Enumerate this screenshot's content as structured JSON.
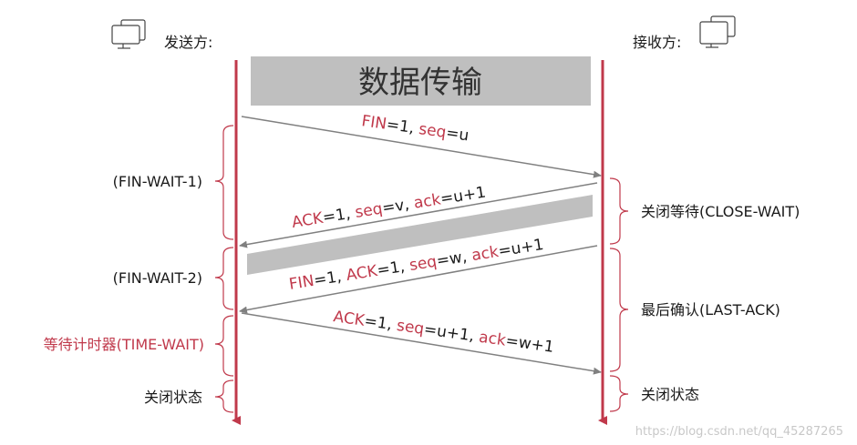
{
  "sender": {
    "label": "发送方:",
    "icon": "computer-icon"
  },
  "receiver": {
    "label": "接收方:",
    "icon": "computer-icon"
  },
  "data_transfer": {
    "label": "数据传输"
  },
  "messages": [
    {
      "parts": [
        {
          "text": "FIN",
          "color": "#c0394b"
        },
        {
          "text": "=1, ",
          "color": "#1a1a1a"
        },
        {
          "text": "seq",
          "color": "#c0394b"
        },
        {
          "text": "=u",
          "color": "#1a1a1a"
        }
      ]
    },
    {
      "parts": [
        {
          "text": "ACK",
          "color": "#c0394b"
        },
        {
          "text": "=1, ",
          "color": "#1a1a1a"
        },
        {
          "text": "seq",
          "color": "#c0394b"
        },
        {
          "text": "=v, ",
          "color": "#1a1a1a"
        },
        {
          "text": "ack",
          "color": "#c0394b"
        },
        {
          "text": "=u+1",
          "color": "#1a1a1a"
        }
      ]
    },
    {
      "parts": [
        {
          "text": "FIN",
          "color": "#c0394b"
        },
        {
          "text": "=1, ",
          "color": "#1a1a1a"
        },
        {
          "text": "ACK",
          "color": "#c0394b"
        },
        {
          "text": "=1, ",
          "color": "#1a1a1a"
        },
        {
          "text": "seq",
          "color": "#c0394b"
        },
        {
          "text": "=w, ",
          "color": "#1a1a1a"
        },
        {
          "text": "ack",
          "color": "#c0394b"
        },
        {
          "text": "=u+1",
          "color": "#1a1a1a"
        }
      ]
    },
    {
      "parts": [
        {
          "text": "ACK",
          "color": "#c0394b"
        },
        {
          "text": "=1, ",
          "color": "#1a1a1a"
        },
        {
          "text": "seq",
          "color": "#c0394b"
        },
        {
          "text": "=u+1, ",
          "color": "#1a1a1a"
        },
        {
          "text": "ack",
          "color": "#c0394b"
        },
        {
          "text": "=w+1",
          "color": "#1a1a1a"
        }
      ]
    }
  ],
  "left_states": [
    {
      "label": "(FIN-WAIT-1)",
      "color": "#1a1a1a"
    },
    {
      "label": "(FIN-WAIT-2)",
      "color": "#1a1a1a"
    },
    {
      "label": "等待计时器(TIME-WAIT)",
      "color": "#c0394b"
    },
    {
      "label": "关闭状态",
      "color": "#1a1a1a"
    }
  ],
  "right_states": [
    {
      "label": "关闭等待(CLOSE-WAIT)"
    },
    {
      "label": "最后确认(LAST-ACK)"
    },
    {
      "label": "关闭状态"
    }
  ],
  "watermark": "https://blog.csdn.net/qq_45287265",
  "colors": {
    "timeline": "#c0394b",
    "arrow": "#808080",
    "bar": "#bfbfbf",
    "accent": "#c0394b"
  }
}
